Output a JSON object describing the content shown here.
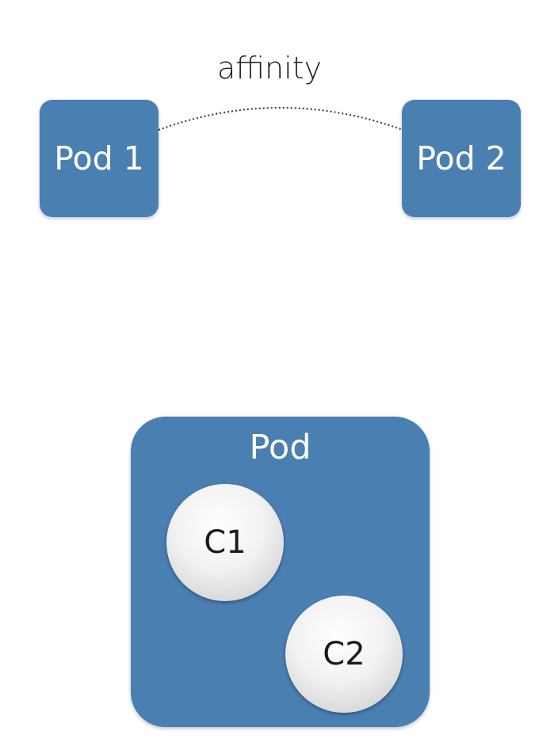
{
  "relationship": {
    "label": "affinity"
  },
  "pods": {
    "pod1": {
      "label": "Pod 1"
    },
    "pod2": {
      "label": "Pod 2"
    }
  },
  "pod": {
    "title": "Pod",
    "containers": [
      {
        "label": "C1"
      },
      {
        "label": "C2"
      }
    ]
  },
  "colors": {
    "pod_fill": "#4a7fb2",
    "container_fill": "#eeeeee",
    "link_stroke": "#333333"
  }
}
